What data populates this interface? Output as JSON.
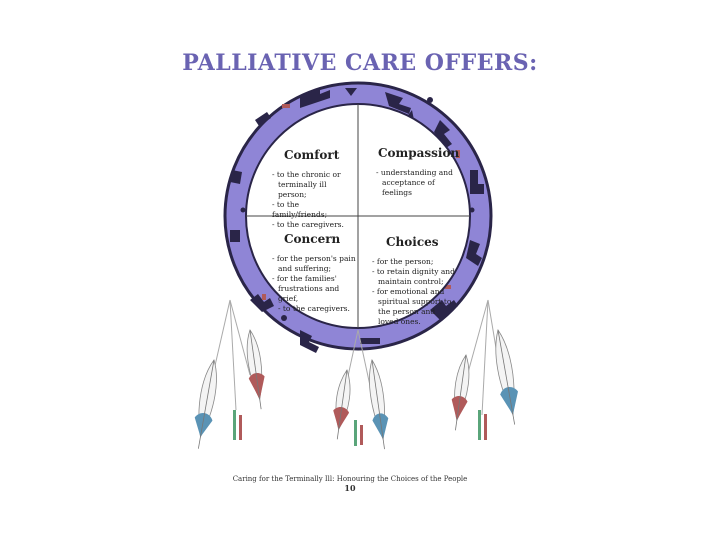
{
  "title": "PALLIATIVE CARE OFFERS:",
  "quadrants": [
    {
      "name": "Comfort",
      "items": [
        "- to the chronic or",
        "  terminally ill person;",
        "- to the family/friends;",
        "- to the caregivers."
      ]
    },
    {
      "name": "Compassion",
      "items": [
        "- understanding and",
        "  acceptance of feelings"
      ]
    },
    {
      "name": "Concern",
      "items": [
        "- for the person's pain",
        "  and suffering;",
        "- for the families'",
        "  frustrations and grief,",
        "- to the caregivers."
      ]
    },
    {
      "name": "Choices",
      "items": [
        "- for the person;",
        "- to retain dignity and",
        "  maintain control;",
        "- for emotional and",
        "  spiritual support to",
        "  the person and",
        "  loved ones."
      ]
    }
  ],
  "footer": {
    "caption": "Caring for the Terminally Ill: Honouring the Choices of the People",
    "page_number": "10"
  },
  "colors": {
    "ring": "#8f85d6",
    "ring_dark": "#2a2548",
    "title": "#6a63b2",
    "feather_red": "#b05a5a",
    "feather_blue": "#5a93b5"
  }
}
